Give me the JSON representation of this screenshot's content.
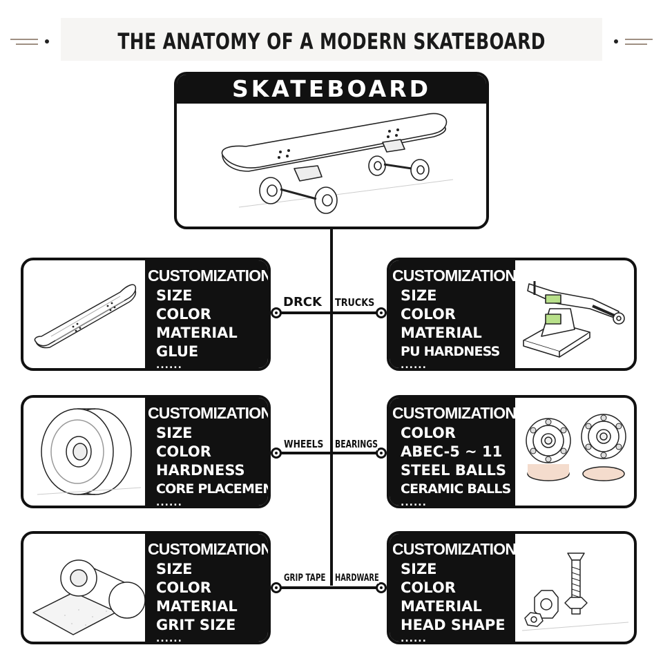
{
  "title": "THE ANATOMY OF A MODERN SKATEBOARD",
  "main": {
    "header": "SKATEBOARD",
    "image_icon": "skateboard-illustration"
  },
  "connector_labels": {
    "deck": "DRCK",
    "trucks": "TRUCKS",
    "wheels": "WHEELS",
    "bearings": "BEARINGS",
    "grip_tape": "GRIP TAPE",
    "hardware": "HARDWARE"
  },
  "cards": {
    "deck": {
      "heading": "CUSTOMIZATION",
      "options": [
        "SIZE",
        "COLOR",
        "MATERIAL",
        "GLUE"
      ],
      "more": "......",
      "image_icon": "deck-illustration"
    },
    "trucks": {
      "heading": "CUSTOMIZATION",
      "options": [
        "SIZE",
        "COLOR",
        "MATERIAL",
        "PU HARDNESS"
      ],
      "more": "......",
      "image_icon": "truck-illustration"
    },
    "wheels": {
      "heading": "CUSTOMIZATION",
      "options": [
        "SIZE",
        "COLOR",
        "HARDNESS",
        "CORE PLACEMENT"
      ],
      "more": "......",
      "image_icon": "wheel-illustration"
    },
    "bearings": {
      "heading": "CUSTOMIZATION",
      "options": [
        "COLOR",
        "ABEC-5 ~ 11",
        "STEEL BALLS",
        "CERAMIC BALLS"
      ],
      "more": "......",
      "image_icon": "bearings-illustration"
    },
    "grip_tape": {
      "heading": "CUSTOMIZATION",
      "options": [
        "SIZE",
        "COLOR",
        "MATERIAL",
        "GRIT SIZE"
      ],
      "more": "......",
      "image_icon": "grip-tape-illustration"
    },
    "hardware": {
      "heading": "CUSTOMIZATION",
      "options": [
        "SIZE",
        "COLOR",
        "MATERIAL",
        "HEAD SHAPE"
      ],
      "more": "......",
      "image_icon": "bolt-nut-illustration"
    }
  },
  "colors": {
    "ink": "#111111",
    "paper": "#ffffff",
    "title_band": "#f6f5f3",
    "accent_line": "#9e8f82",
    "truck_bushing": "#b8e08a"
  }
}
